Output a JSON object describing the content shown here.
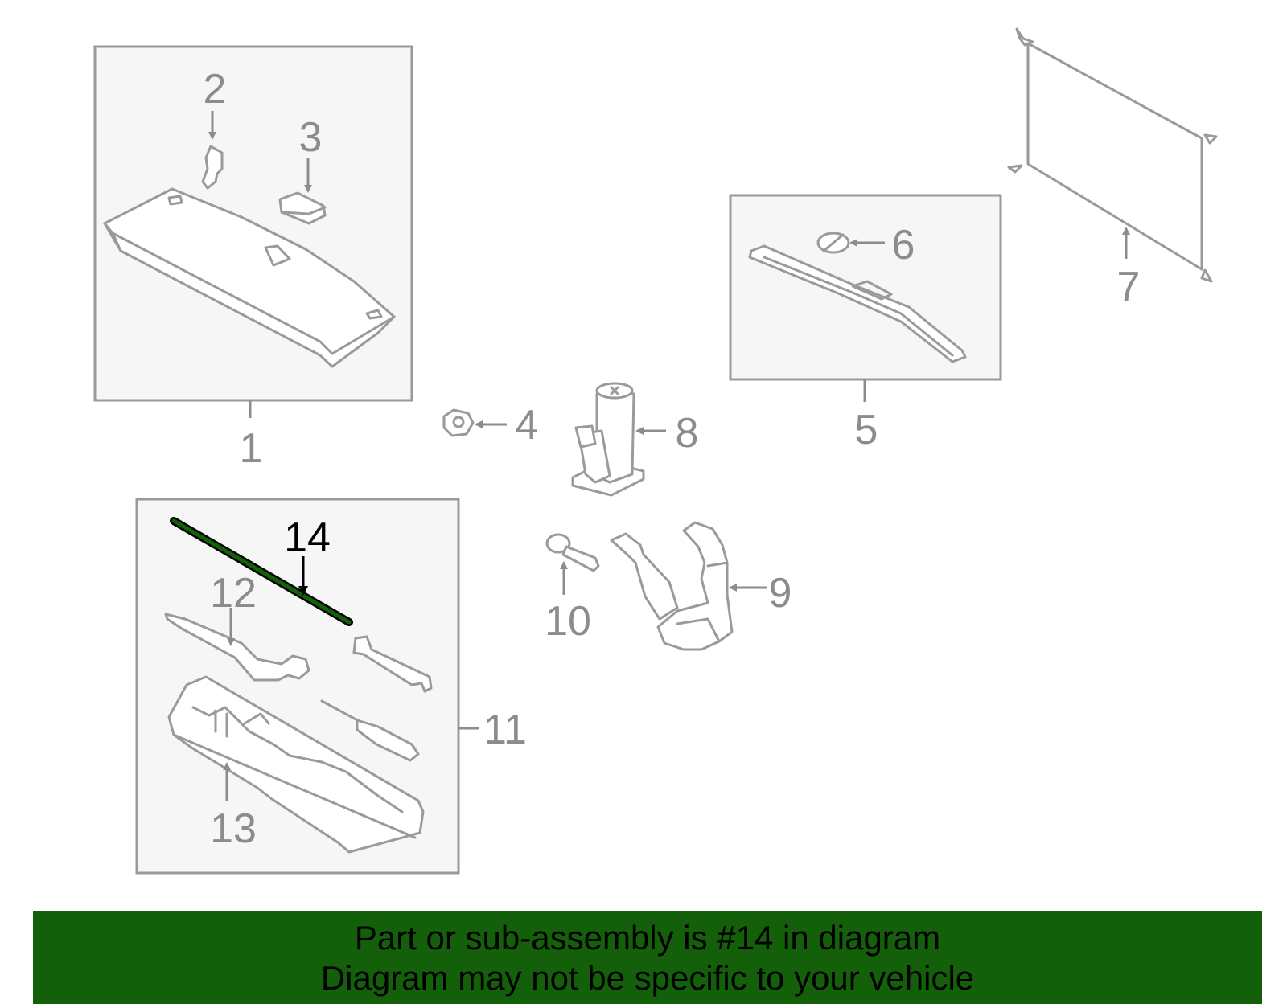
{
  "callouts": {
    "c1": "1",
    "c2": "2",
    "c3": "3",
    "c4": "4",
    "c5": "5",
    "c6": "6",
    "c7": "7",
    "c8": "8",
    "c9": "9",
    "c10": "10",
    "c11": "11",
    "c12": "12",
    "c13": "13",
    "c14": "14"
  },
  "highlight": {
    "part": "14",
    "color": "#145f0a"
  },
  "banner": {
    "line1": "Part or sub-assembly is #14 in diagram",
    "line2": "Diagram may not be specific to your vehicle",
    "background": "#145f0a"
  }
}
